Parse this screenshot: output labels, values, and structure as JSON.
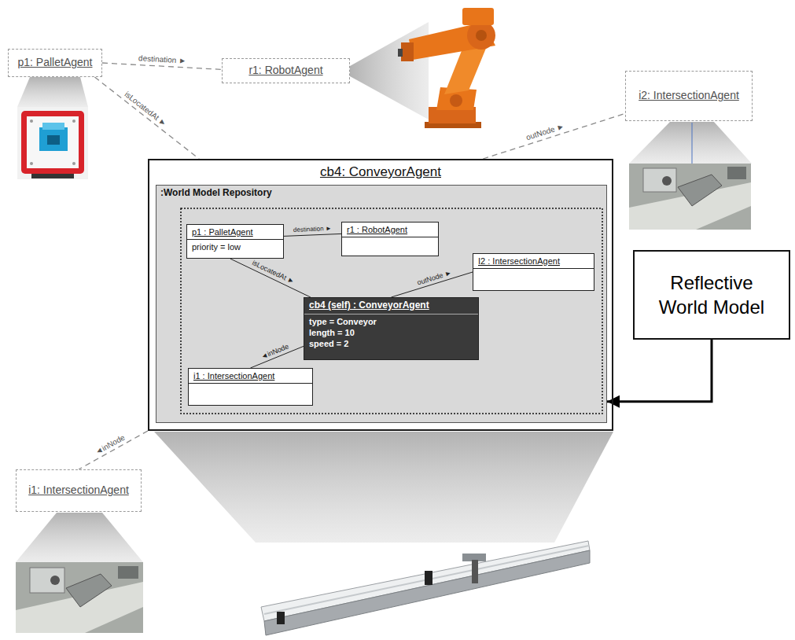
{
  "diagram": {
    "nodes": [
      {
        "text": [
          "p1: PalletAgent"
        ]
      },
      {
        "text": [
          "r1: RobotAgent"
        ]
      },
      {
        "text": [
          "i2: IntersectionAgent"
        ]
      },
      {
        "text": [
          "cb4: ConveyorAgent"
        ]
      },
      {
        "text": [
          ":World Model Repository"
        ],
        "in": 3
      },
      {
        "text": [
          "p1 : PalletAgent",
          "priority = low"
        ],
        "in": 4
      },
      {
        "text": [
          "r1 : RobotAgent"
        ],
        "in": 4
      },
      {
        "text": [
          "I2 : IntersectionAgent"
        ],
        "in": 4
      },
      {
        "text": [
          "cb4 (self) : ConveyorAgent",
          "type = Conveyor",
          "length = 10",
          "speed = 2"
        ],
        "in": 4
      },
      {
        "text": [
          "i1 : IntersectionAgent"
        ],
        "in": 4
      },
      {
        "text": [
          "Reflective World Model"
        ]
      },
      {
        "text": [
          "i1: IntersectionAgent"
        ]
      }
    ],
    "edges": [
      {
        "from": 0,
        "to": 1,
        "arrow": "none",
        "label": "destination ►"
      },
      {
        "from": 0,
        "to": 3,
        "arrow": "none",
        "label": "isLocatedAt ►"
      },
      {
        "from": 3,
        "to": 2,
        "arrow": "none",
        "label": "outNode ►"
      },
      {
        "from": 3,
        "to": 11,
        "arrow": "none",
        "label": "◄inNode"
      },
      {
        "from": 5,
        "to": 6,
        "arrow": "none",
        "label": "destination ►"
      },
      {
        "from": 5,
        "to": 8,
        "arrow": "none",
        "label": "isLocatedAt ►"
      },
      {
        "from": 8,
        "to": 7,
        "arrow": "none",
        "label": "outNode ►"
      },
      {
        "from": 8,
        "to": 9,
        "arrow": "none",
        "label": "◄inNode"
      },
      {
        "from": 10,
        "to": 4,
        "arrow": "to"
      }
    ]
  }
}
